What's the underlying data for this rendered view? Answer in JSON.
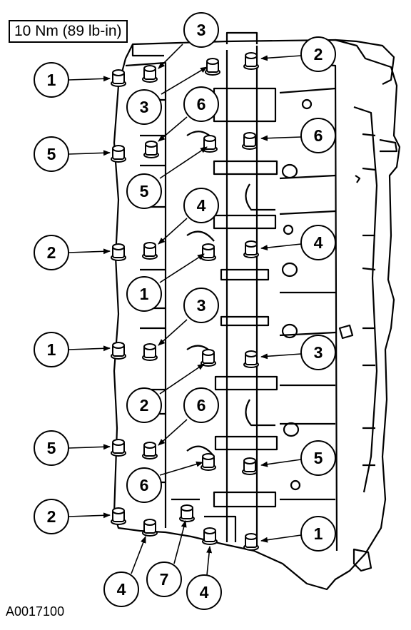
{
  "header": {
    "torque_spec": "10 Nm (89 lb-in)"
  },
  "footer": {
    "figure_id": "A0017100"
  },
  "callouts": [
    {
      "id": "c1",
      "label": "3"
    },
    {
      "id": "c2",
      "label": "2"
    },
    {
      "id": "c3",
      "label": "1"
    },
    {
      "id": "c4",
      "label": "3"
    },
    {
      "id": "c5",
      "label": "6"
    },
    {
      "id": "c6",
      "label": "6"
    },
    {
      "id": "c7",
      "label": "5"
    },
    {
      "id": "c8",
      "label": "5"
    },
    {
      "id": "c9",
      "label": "4"
    },
    {
      "id": "c10",
      "label": "2"
    },
    {
      "id": "c11",
      "label": "4"
    },
    {
      "id": "c12",
      "label": "1"
    },
    {
      "id": "c13",
      "label": "3"
    },
    {
      "id": "c14",
      "label": "1"
    },
    {
      "id": "c15",
      "label": "3"
    },
    {
      "id": "c16",
      "label": "2"
    },
    {
      "id": "c17",
      "label": "6"
    },
    {
      "id": "c18",
      "label": "5"
    },
    {
      "id": "c19",
      "label": "5"
    },
    {
      "id": "c20",
      "label": "6"
    },
    {
      "id": "c21",
      "label": "2"
    },
    {
      "id": "c22",
      "label": "1"
    },
    {
      "id": "c23",
      "label": "4"
    },
    {
      "id": "c24",
      "label": "7"
    },
    {
      "id": "c25",
      "label": "4"
    }
  ]
}
